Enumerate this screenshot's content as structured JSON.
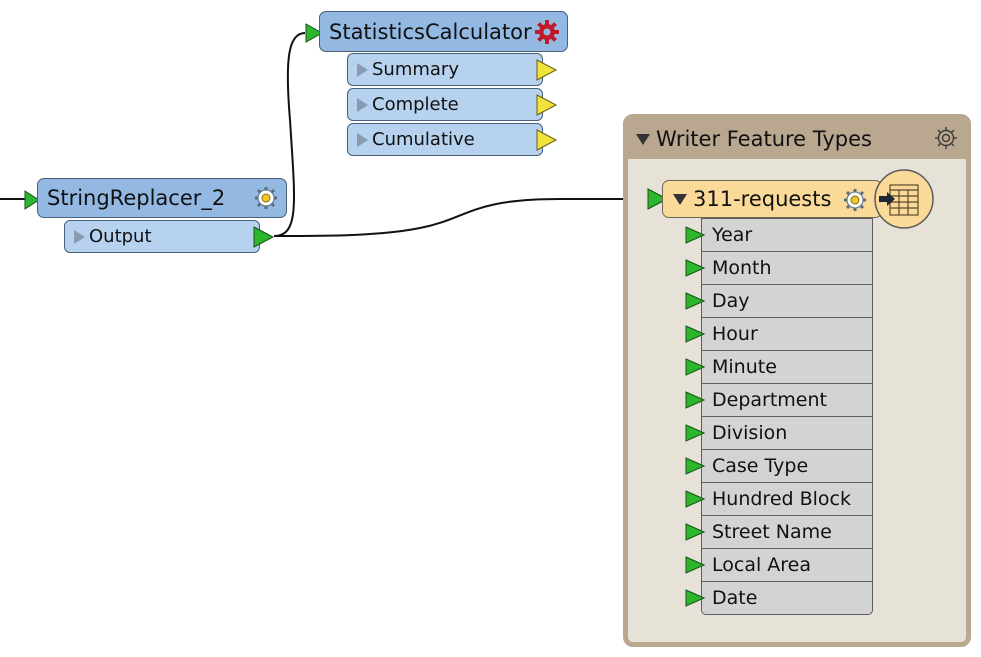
{
  "string_replacer": {
    "title": "StringReplacer_2",
    "output_label": "Output"
  },
  "statistics_calculator": {
    "title": "StatisticsCalculator",
    "ports": [
      "Summary",
      "Complete",
      "Cumulative"
    ]
  },
  "writer_feature_types": {
    "title": "Writer Feature Types",
    "feature_type": {
      "name": "311-requests",
      "attributes": [
        "Year",
        "Month",
        "Day",
        "Hour",
        "Minute",
        "Department",
        "Division",
        "Case Type",
        "Hundred Block",
        "Street Name",
        "Local Area",
        "Date"
      ]
    }
  },
  "colors": {
    "transformer_header": "#93b8e2",
    "port_fill": "#b6d2ee",
    "input_port": "#2db52d",
    "output_port_unconnected": "#f1e23c",
    "feature_type_header": "#fad999",
    "bookmark_fill": "#e7e2d8",
    "bookmark_border": "#b9a78f",
    "error_gear": "#c0192b"
  }
}
